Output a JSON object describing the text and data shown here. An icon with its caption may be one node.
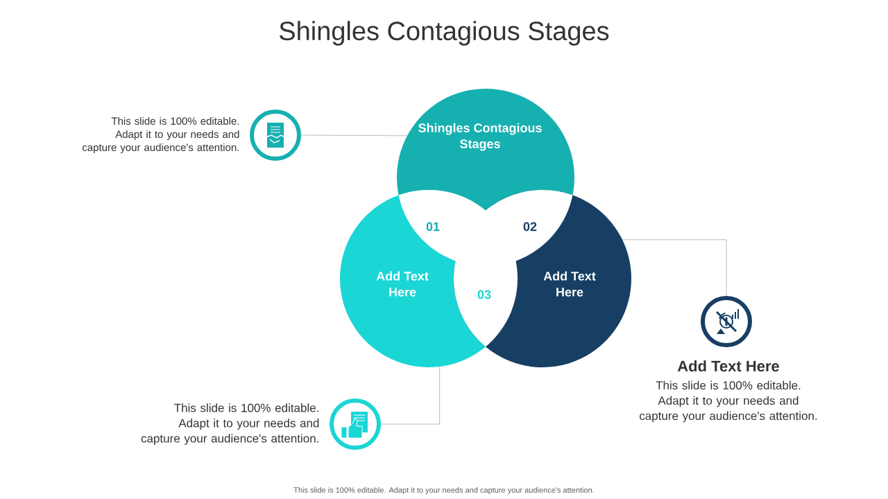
{
  "diagram": {
    "title": "Shingles Contagious Stages",
    "nodes": [
      {
        "text": [
          "Shingles Contagious Stages"
        ]
      },
      {
        "text": [
          "Add Text Here"
        ]
      },
      {
        "text": [
          "Add Text Here"
        ]
      },
      {
        "text": [],
        "shape": "circle",
        "beside": [
          "This slide is 100% editable. Adapt it to your needs and capture your audience's attention."
        ]
      },
      {
        "text": [],
        "shape": "circle",
        "beside": [
          "Add Text Here",
          "This slide is 100% editable. Adapt it to your needs and capture your audience's attention."
        ]
      },
      {
        "text": [],
        "shape": "circle",
        "beside": [
          "This slide is 100% editable. Adapt it to your needs and capture your audience's attention."
        ]
      }
    ],
    "edges": [
      {
        "from": 3,
        "to": 0,
        "arrow": "none"
      },
      {
        "from": 2,
        "to": 4,
        "arrow": "none"
      },
      {
        "from": 1,
        "to": 5,
        "arrow": "none"
      }
    ],
    "labels": [
      "01",
      "02",
      "03",
      "This slide is 100% editable. Adapt it to your needs and capture your audience's attention."
    ]
  }
}
